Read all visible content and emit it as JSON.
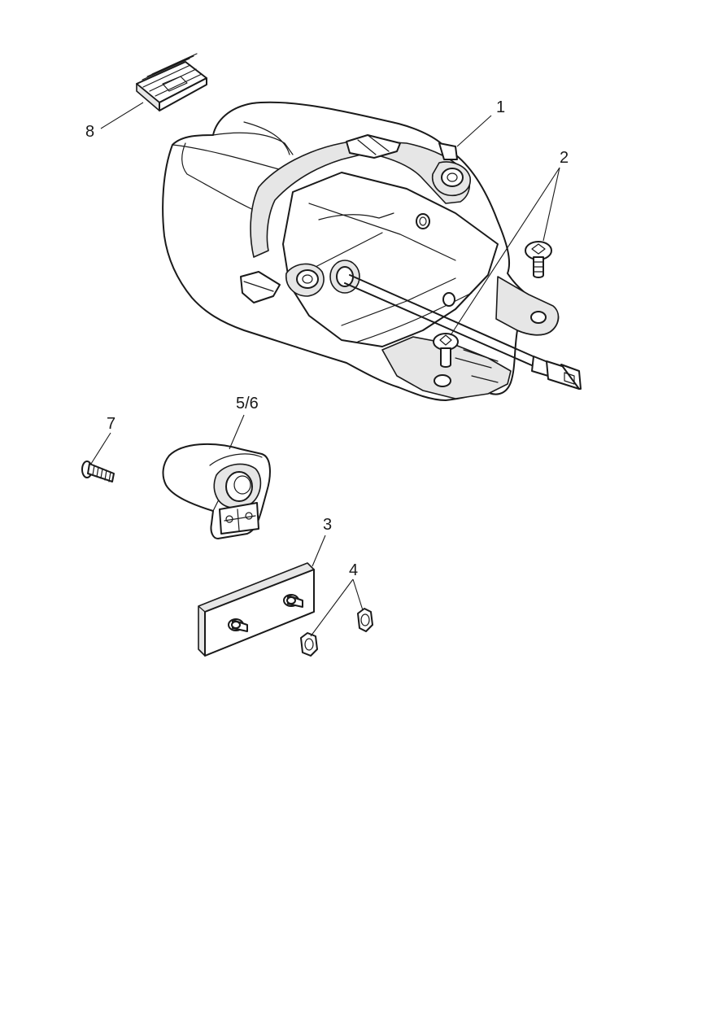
{
  "callouts": {
    "c1": "1",
    "c2": "2",
    "c3": "3",
    "c4": "4",
    "c56": "5/6",
    "c7": "7",
    "c8": "8"
  },
  "colors": {
    "line": "#1a1a1a",
    "background": "#ffffff",
    "shade": "#e6e6e6"
  }
}
